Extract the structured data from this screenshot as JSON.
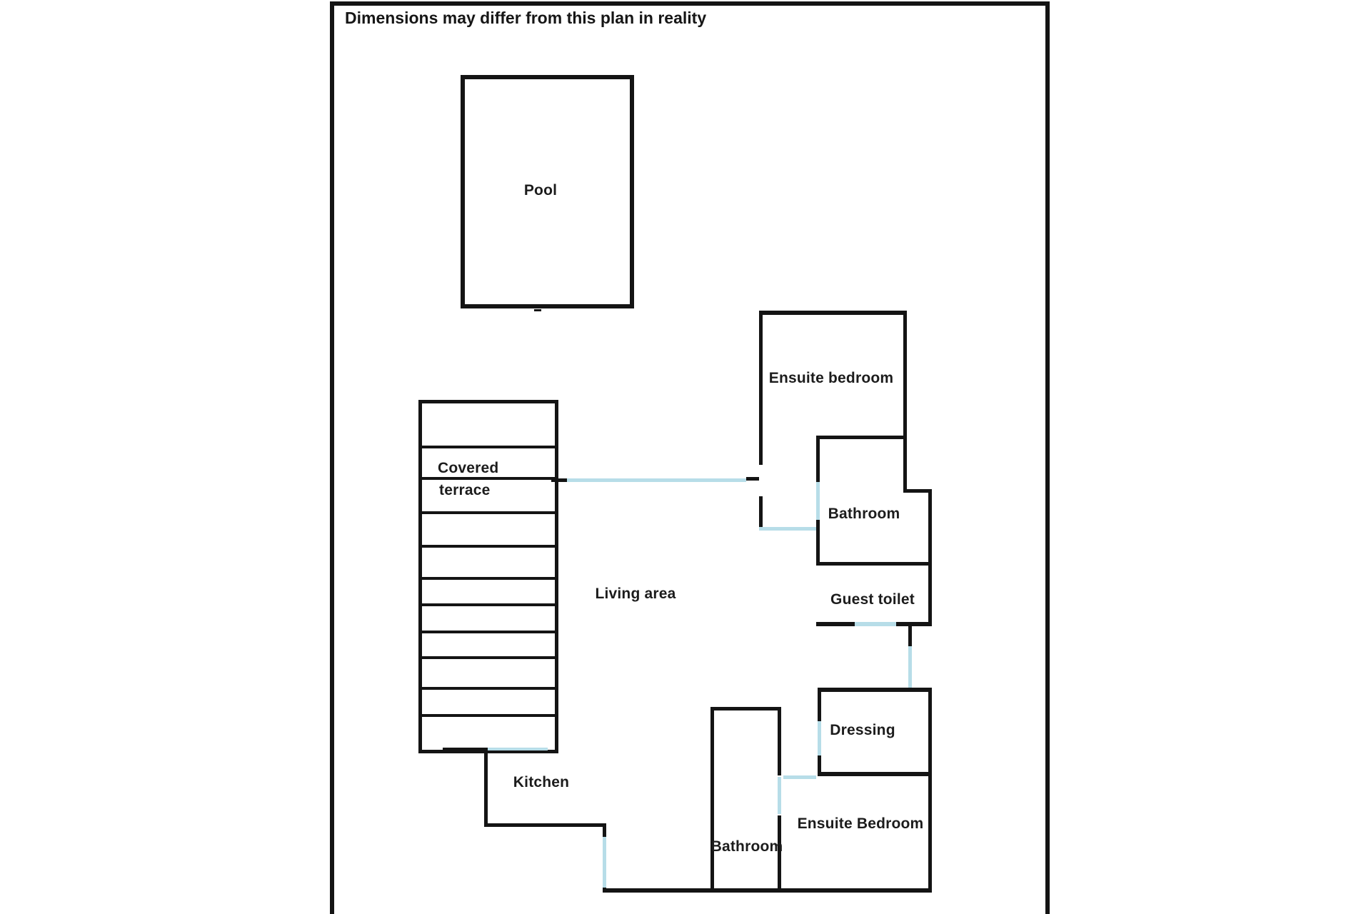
{
  "title": "Dimensions may differ from this plan in reality",
  "colors": {
    "wall": "#141414",
    "door": "#b7dde8",
    "background": "#ffffff"
  },
  "rooms": {
    "pool": "Pool",
    "ensuite_top": "Ensuite bedroom",
    "covered_terrace_line1": "Covered",
    "covered_terrace_line2": "terrace",
    "living": "Living area",
    "bathroom_top": "Bathroom",
    "guest_toilet": "Guest toilet",
    "dressing": "Dressing",
    "ensuite_bottom": "Ensuite Bedroom",
    "bathroom_bottom": "Bathroom",
    "kitchen": "Kitchen"
  }
}
